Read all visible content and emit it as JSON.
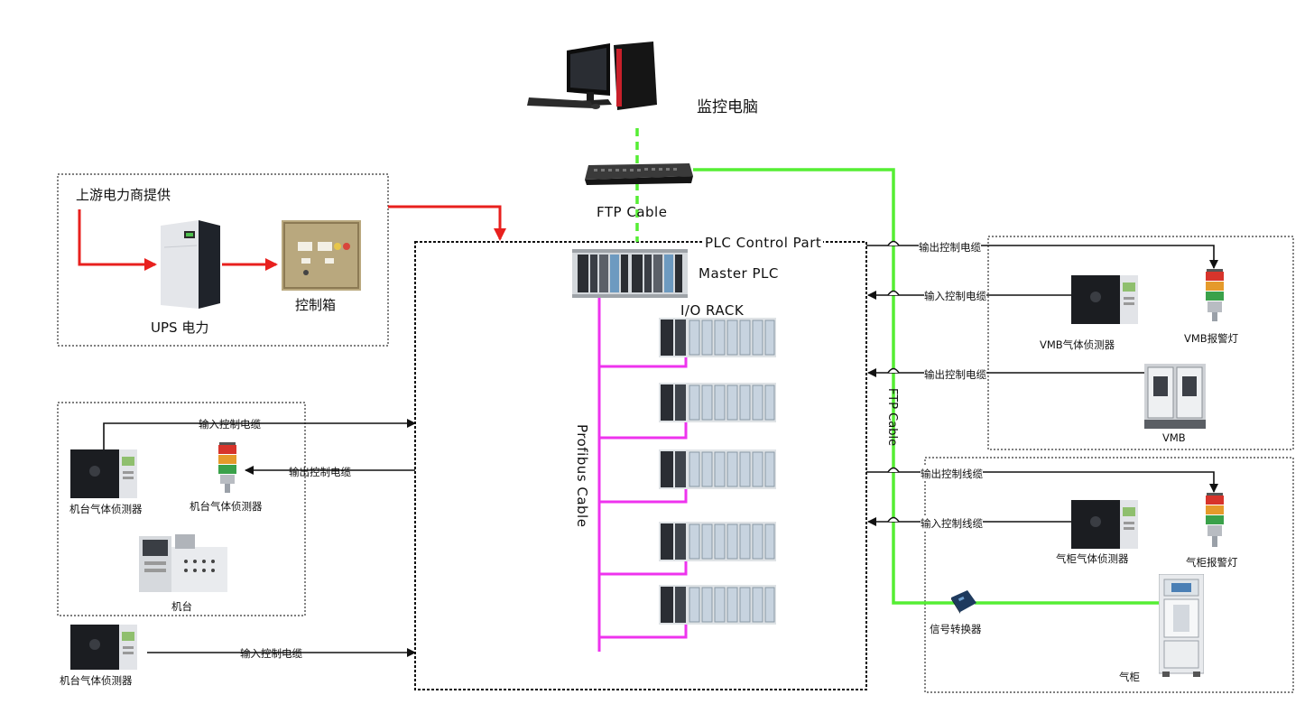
{
  "computer": {
    "label": "监控电脑"
  },
  "switch": {
    "cable_label": "FTP Cable"
  },
  "power": {
    "source_label": "上游电力商提供",
    "ups_label": "UPS 电力",
    "control_box_label": "控制箱"
  },
  "plc": {
    "part_label": "PLC Control Part",
    "master_label": "Master PLC",
    "rack_label": "I/O RACK",
    "bus_label": "Profibus Cable"
  },
  "ftp_vertical_label": "FTP Cable",
  "left_group": {
    "in_cable_label": "输入控制电缆",
    "out_cable_label": "输出控制电缆",
    "detector_label": "机台气体侦测器",
    "lamp_label": "机台气体侦测器",
    "machine_label": "机台"
  },
  "bottom_left": {
    "detector_label": "机台气体侦测器",
    "in_cable_label": "输入控制电缆"
  },
  "vmb_group": {
    "out_cable_1_label": "输出控制电缆",
    "in_cable_label": "输入控制电缆",
    "out_cable_2_label": "输出控制电缆",
    "detector_label": "VMB气体侦测器",
    "lamp_label": "VMB报警灯",
    "vmb_label": "VMB"
  },
  "cabinet_group": {
    "out_cable_label": "输出控制线缆",
    "in_cable_label": "输入控制线缆",
    "detector_label": "气柜气体侦测器",
    "lamp_label": "气柜报警灯",
    "converter_label": "信号转换器",
    "cabinet_label": "气柜"
  },
  "colors": {
    "power_line": "#e8201e",
    "ftp_line": "#55ee33",
    "profibus_line": "#ee33ee",
    "signal_line": "#111111"
  }
}
